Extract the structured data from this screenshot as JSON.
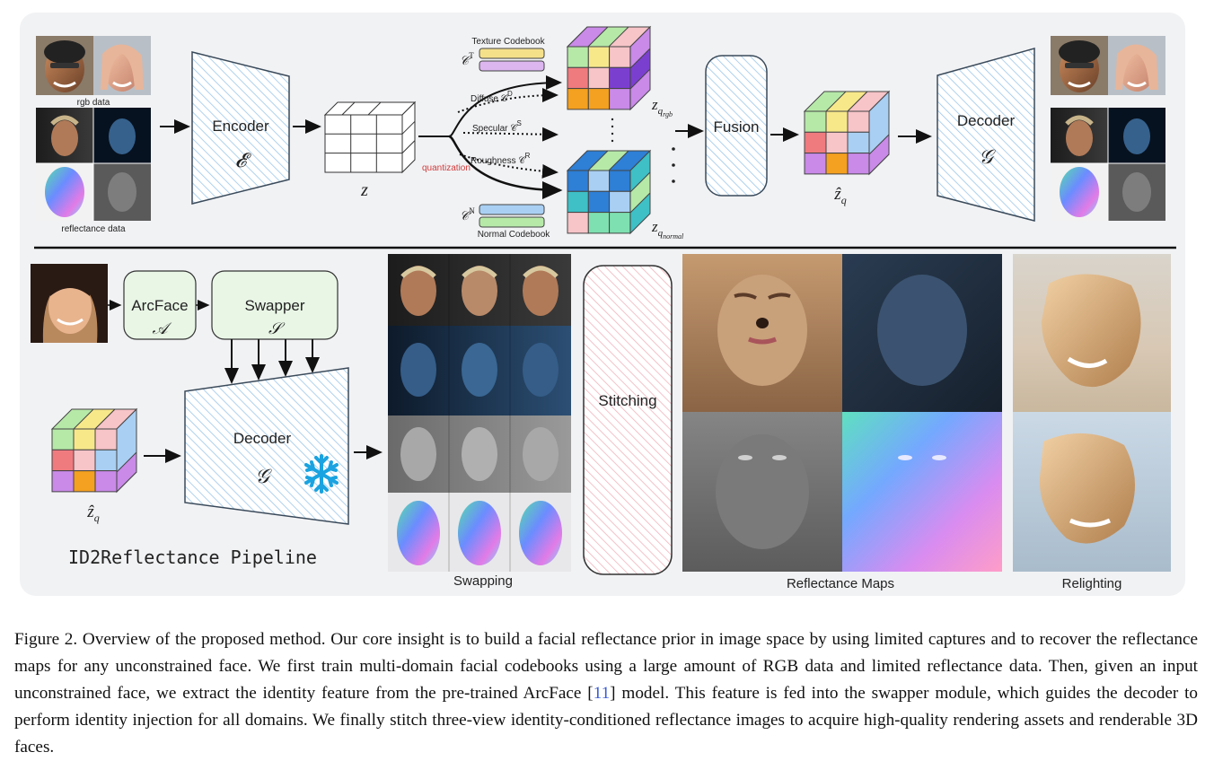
{
  "top": {
    "rgb_label": "rgb data",
    "reflectance_label": "reflectance data",
    "encoder": {
      "name": "Encoder",
      "symbol": "𝓔"
    },
    "latent": "z",
    "quantization": "quantization",
    "texture_codebook": "Texture Codebook",
    "normal_codebook": "Normal Codebook",
    "codebook_t": "𝒞",
    "codebook_t_sup": "T",
    "codebook_n": "𝒞",
    "codebook_n_sup": "N",
    "diffuse": "Diffuse 𝒞",
    "diffuse_sup": "D",
    "specular": "Specular 𝒞",
    "specular_sup": "S",
    "roughness": "Roughness 𝒞",
    "roughness_sup": "R",
    "zq_rgb": "z",
    "zq_rgb_sub": "q",
    "zq_rgb_subsub": "rgb",
    "zq_normal": "z",
    "zq_normal_sub": "q",
    "zq_normal_subsub": "normal",
    "fusion": "Fusion",
    "zhat": "ẑ",
    "zhat_sub": "q",
    "decoder": {
      "name": "Decoder",
      "symbol": "𝒢"
    }
  },
  "bottom": {
    "arcface": {
      "name": "ArcFace",
      "symbol": "𝒜"
    },
    "swapper": {
      "name": "Swapper",
      "symbol": "𝒮"
    },
    "decoder": {
      "name": "Decoder",
      "symbol": "𝒢"
    },
    "zhat": "ẑ",
    "zhat_sub": "q",
    "pipeline_title": "ID2Reflectance Pipeline",
    "stitching": "Stitching",
    "swapping_label": "Swapping",
    "reflectance_maps_label": "Reflectance Maps",
    "relighting_label": "Relighting"
  },
  "caption": {
    "text_before_ref": "Figure 2. Overview of the proposed method. Our core insight is to build a facial reflectance prior in image space by using limited captures and to recover the reflectance maps for any unconstrained face. We first train multi-domain facial codebooks using a large amount of RGB data and limited reflectance data. Then, given an input unconstrained face, we extract the identity feature from the pre-trained ArcFace [",
    "ref": "11",
    "text_after_ref": "] model. This feature is fed into the swapper module, which guides the decoder to perform identity injection for all domains. We finally stitch three-view identity-conditioned reflectance images to acquire high-quality rendering assets and renderable 3D faces."
  },
  "colors": {
    "panel_bg": "#f1f2f4",
    "hatch_blue": "#9cc7ea",
    "hatch_red": "#f0b4bd",
    "green_box": "#e9f6e6",
    "cube_green": "#b6e9a8",
    "cube_yellow": "#f7e88a",
    "cube_pink": "#f7c4c8",
    "cube_blue": "#a9cff3",
    "cube_red": "#ef7b7f",
    "cube_orange": "#f4a020",
    "cube_purple": "#c98ae8",
    "cube_dpurple": "#7b3fd0",
    "cube_teal": "#3ec0c6",
    "cube_dblue": "#2e7fd6",
    "cube_mint": "#7ee0b0"
  }
}
